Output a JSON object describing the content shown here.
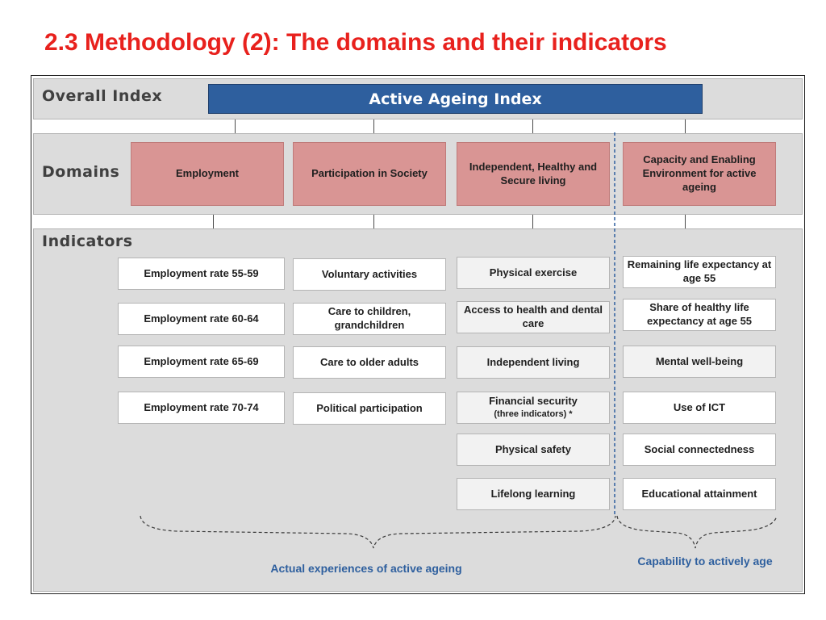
{
  "slide": {
    "title": "2.3 Methodology (2): The domains and their indicators"
  },
  "rows": {
    "overall": "Overall  Index",
    "domains": "Domains",
    "indicators": "Indicators"
  },
  "overall_index": "Active Ageing Index",
  "domains": [
    "Employment",
    "Participation in Society",
    "Independent, Healthy and Secure living",
    "Capacity and Enabling Environment for active ageing"
  ],
  "indicators": {
    "employment": [
      "Employment  rate 55-59",
      "Employment  rate 60-64",
      "Employment  rate 65-69",
      "Employment  rate 70-74"
    ],
    "participation": [
      "Voluntary activities",
      "Care to children, grandchildren",
      "Care to older adults",
      "Political participation"
    ],
    "independent": [
      "Physical exercise",
      "Access to health and dental care",
      "Independent living",
      "Financial security",
      "Physical safety",
      "Lifelong learning"
    ],
    "independent_note": "(three indicators) *",
    "capacity": [
      "Remaining life expectancy at age 55",
      "Share of healthy life expectancy at age 55",
      "Mental well-being",
      "Use of ICT",
      "Social connectedness",
      "Educational attainment"
    ]
  },
  "groups": {
    "actual": "Actual experiences of active ageing",
    "capability": "Capability to actively age"
  },
  "colors": {
    "title": "#e8211d",
    "index_bar": "#2e5f9e",
    "domain_box": "#d99594",
    "group_label": "#2e5f9e",
    "band": "#dcdcdc"
  }
}
